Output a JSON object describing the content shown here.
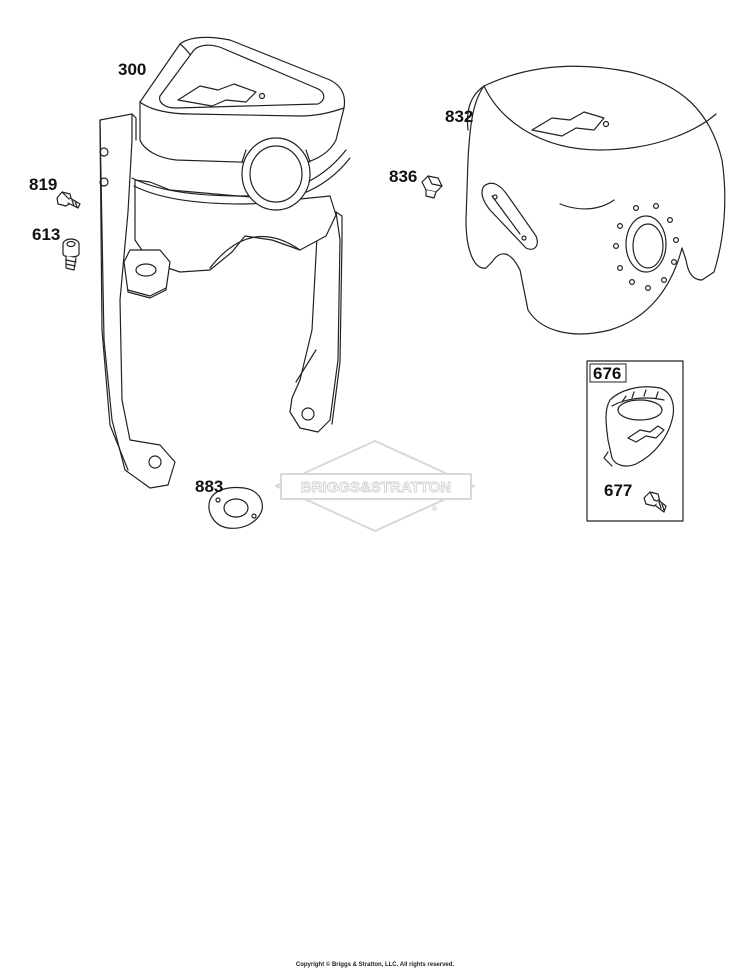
{
  "parts": {
    "p300": "300",
    "p819": "819",
    "p613": "613",
    "p832": "832",
    "p836": "836",
    "p883": "883",
    "p676": "676",
    "p677": "677"
  },
  "watermark": {
    "text": "BRIGGS&STRATTON",
    "registered": "®"
  },
  "copyright": "Copyright © Briggs & Stratton, LLC. All rights reserved.",
  "colors": {
    "line": "#222222",
    "watermark": "#d8d8d8"
  }
}
